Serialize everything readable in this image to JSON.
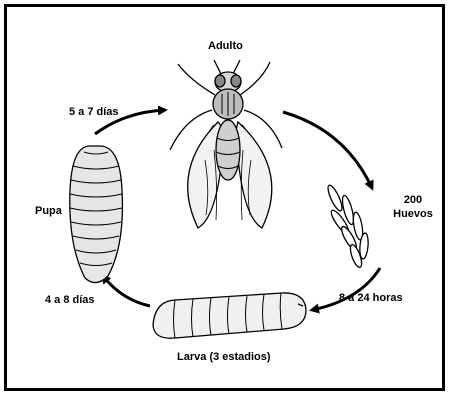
{
  "diagram": {
    "stages": {
      "adult": "Adulto",
      "eggs_count": "200",
      "eggs": "Huevos",
      "larva": "Larva (3 estadios)",
      "pupa": "Pupa"
    },
    "durations": {
      "egg_to_larva": "8 a 24 horas",
      "larva_to_pupa": "4 a 8 días",
      "pupa_to_adult": "5 a 7 días"
    },
    "colors": {
      "ink": "#000000",
      "paper": "#ffffff"
    }
  }
}
